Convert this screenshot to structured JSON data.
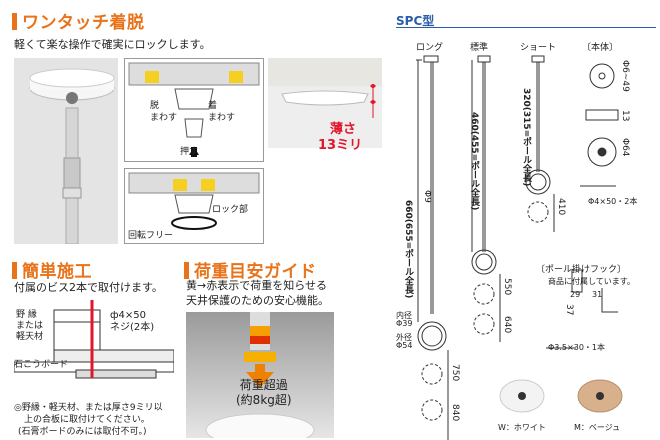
{
  "one_touch": {
    "title": "ワンタッチ着脱",
    "desc": "軽くて楽な操作で確実にロックします。",
    "rotate_off": "脱\nまわす",
    "rotate_on": "着\nまわす",
    "push": "押す",
    "lock_part": "ロック部",
    "free_rotate": "回転フリー",
    "thin_label": "薄さ",
    "thin_value": "13ミリ"
  },
  "easy_install": {
    "title": "簡単施工",
    "desc": "付属のビス2本で取付けます。",
    "joist": "野 縁\nまたは\n軽天材",
    "plasterboard": "石こうボード",
    "screw_spec": "ф4×50\nネジ(2本)",
    "note_line1": "◎野縁・軽天材、または厚さ9ミリ以",
    "note_line2": "上の合板に取付けてください。",
    "note_line3": "(石膏ボードのみには取付不可。)"
  },
  "load_guide": {
    "title": "荷重目安ガイド",
    "desc_line1": "黄→赤表示で荷重を知らせる",
    "desc_line2": "天井保護のための安心機能。",
    "overload": "荷重超過\n(約8kg超)"
  },
  "spc": {
    "title": "SPC型",
    "col_long": "ロング",
    "col_standard": "標準",
    "col_short": "ショート",
    "col_body": "〔本体〕",
    "pole_dia": "Φ9",
    "long_len": "660(655=ポール全長)",
    "std_len": "460(455=ポール全長)",
    "short_len": "320(315=ポール全長)",
    "ring_inner_label": "内径",
    "ring_inner": "Φ39",
    "ring_outer_label": "外径",
    "ring_outer": "Φ54",
    "dim_410": "410",
    "dim_550": "550",
    "dim_640": "640",
    "dim_750": "750",
    "dim_840": "840",
    "body_dia1": "Φ6~49",
    "body_h": "13",
    "body_dia2": "Φ64",
    "body_screw": "Φ4×50・2本",
    "hook_title": "〔ポール掛けフック〕",
    "hook_sub": "商品に付属しています。",
    "hook_w": "29",
    "hook_w2": "31",
    "hook_h": "37",
    "hook_screw": "Φ3.5×30・1本",
    "white_label": "W：ホワイト",
    "beige_label": "M：ベージュ"
  },
  "colors": {
    "accent": "#e8731a",
    "red": "#e0162b",
    "beige": "#d8b08c"
  }
}
